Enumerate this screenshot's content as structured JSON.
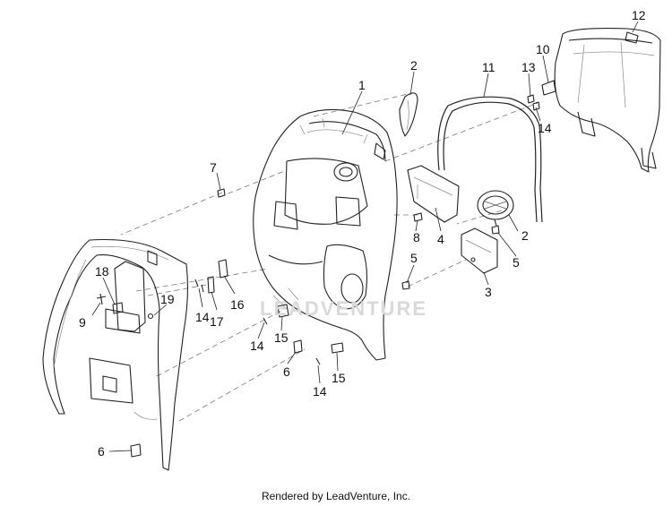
{
  "callouts": {
    "c1": "1",
    "c2a": "2",
    "c2b": "2",
    "c3": "3",
    "c4": "4",
    "c5a": "5",
    "c5b": "5",
    "c6a": "6",
    "c6b": "6",
    "c7": "7",
    "c8": "8",
    "c9": "9",
    "c10": "10",
    "c11": "11",
    "c12": "12",
    "c13": "13",
    "c14a": "14",
    "c14b": "14",
    "c14c": "14",
    "c14d": "14",
    "c15a": "15",
    "c15b": "15",
    "c16": "16",
    "c17": "17",
    "c18": "18",
    "c19": "19"
  },
  "watermark": "LEADVENTURE",
  "footer": "Rendered by LeadVenture, Inc."
}
